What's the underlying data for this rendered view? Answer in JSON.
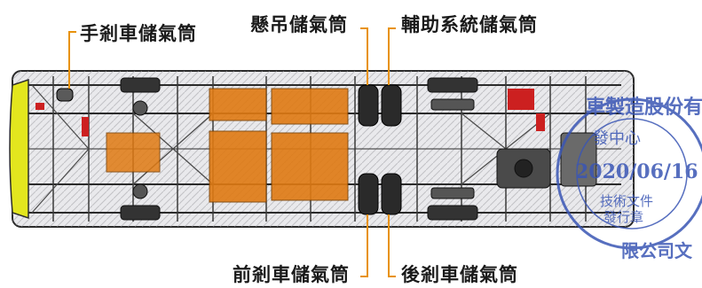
{
  "labels": {
    "handbrake_tank": "手剎車儲氣筒",
    "suspension_tank": "懸吊儲氣筒",
    "auxiliary_tank": "輔助系統儲氣筒",
    "front_brake_tank": "前剎車儲氣筒",
    "rear_brake_tank": "後剎車儲氣筒"
  },
  "stamp": {
    "top_text": "車製造股份有",
    "center_line": "發中心",
    "date": "2020/06/16",
    "bottom_line1": "技術文件",
    "bottom_line2": "發行章",
    "side_text": "限公司文",
    "color": "#3a56b5"
  },
  "colors": {
    "leader_line": "#e8920a",
    "frame_line": "#2b2b2b",
    "body_fill": "#e9e9ec",
    "front_panel": "#e3e61e",
    "engine_block": "#e07a12",
    "accent_red": "#cc2020",
    "tank_dark": "#2a2a2a"
  }
}
